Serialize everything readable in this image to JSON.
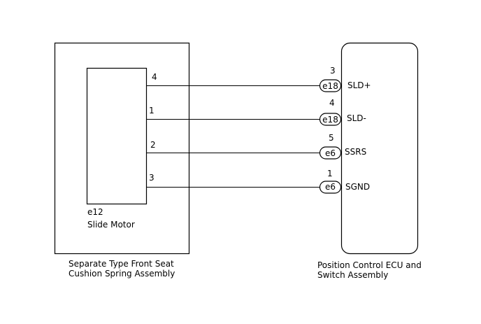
{
  "left_component": {
    "caption_line1": "Separate Type Front Seat",
    "caption_line2": "Cushion Spring Assembly",
    "motor": {
      "connector": "e12",
      "name": "Slide Motor"
    }
  },
  "right_component": {
    "caption_line1": "Position Control ECU and",
    "caption_line2": "Switch Assembly"
  },
  "wires": [
    {
      "left_pin": "4",
      "right_pin": "3",
      "connector": "e18",
      "signal": "SLD+"
    },
    {
      "left_pin": "1",
      "right_pin": "4",
      "connector": "e18",
      "signal": "SLD-"
    },
    {
      "left_pin": "2",
      "right_pin": "5",
      "connector": "e6",
      "signal": "SSRS"
    },
    {
      "left_pin": "3",
      "right_pin": "1",
      "connector": "e6",
      "signal": "SGND"
    }
  ]
}
